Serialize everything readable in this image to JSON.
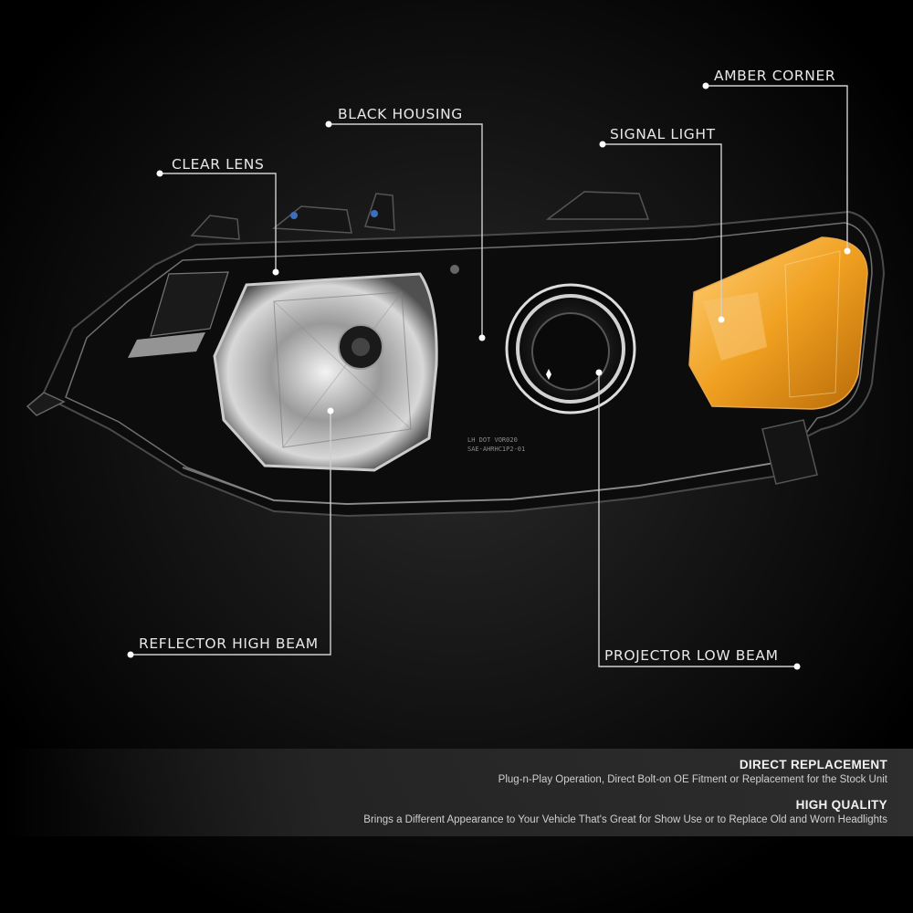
{
  "callouts": {
    "amber_corner": "AMBER CORNER",
    "black_housing": "BLACK HOUSING",
    "signal_light": "SIGNAL LIGHT",
    "clear_lens": "CLEAR LENS",
    "reflector_high_beam": "REFLECTOR HIGH BEAM",
    "projector_low_beam": "PROJECTOR LOW BEAM"
  },
  "lens_marking": {
    "line1": "LH DOT VOR020",
    "line2": "SAE-AHRHC1P2-01"
  },
  "features": [
    {
      "title": "DIRECT REPLACEMENT",
      "description": "Plug-n-Play Operation, Direct Bolt-on OE Fitment or Replacement for the Stock Unit"
    },
    {
      "title": "HIGH QUALITY",
      "description": "Brings a Different Appearance to Your Vehicle That's Great for Show Use or to Replace Old and Worn Headlights"
    }
  ],
  "colors": {
    "background": "#000000",
    "amber": "#f0a020",
    "leader_line": "#cfcfcf",
    "housing": "#111111"
  }
}
